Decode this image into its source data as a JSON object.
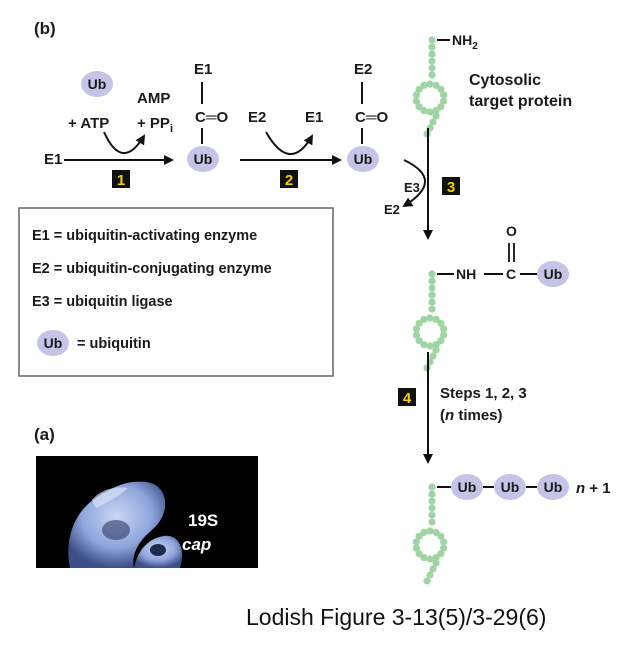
{
  "panel_b": {
    "label": "(b)",
    "ub": "Ub",
    "reactant_atp": "+ ATP",
    "product_amp": "AMP",
    "product_ppi": "+ PP",
    "product_ppi_sub": "i",
    "e1": "E1",
    "e2": "E2",
    "e3": "E3",
    "carbonyl": "C═O",
    "steps": [
      "1",
      "2",
      "3",
      "4"
    ],
    "target_protein_line1": "Cytosolic",
    "target_protein_line2": "target protein",
    "nh2": "NH",
    "nh2_sub": "2",
    "nh_link": "NH",
    "c_link": "C",
    "o_atom": "O",
    "repeat_line1": "Steps 1, 2, 3",
    "repeat_line2_open": "(",
    "repeat_line2_n": "n",
    "repeat_line2_rest": " times)",
    "n_plus_1_n": "n",
    "n_plus_1_rest": " + 1"
  },
  "legend": {
    "e1_def": "E1 = ubiquitin-activating enzyme",
    "e2_def": "E2 = ubiquitin-conjugating enzyme",
    "e3_def": "E3 = ubiquitin ligase",
    "ub_label": "Ub",
    "ub_def": "= ubiquitin"
  },
  "panel_a": {
    "label": "(a)",
    "cap_line1": "19S",
    "cap_line2": "cap"
  },
  "caption": "Lodish Figure 3-13(5)/3-29(6)",
  "colors": {
    "ub_fill": "#c5c3e6",
    "protein_bead": "#9fd4a3",
    "step_box": "#111111",
    "step_text": "#f2d000",
    "panel_a_bg": "#000000",
    "proteasome": "#8fa6dc"
  }
}
